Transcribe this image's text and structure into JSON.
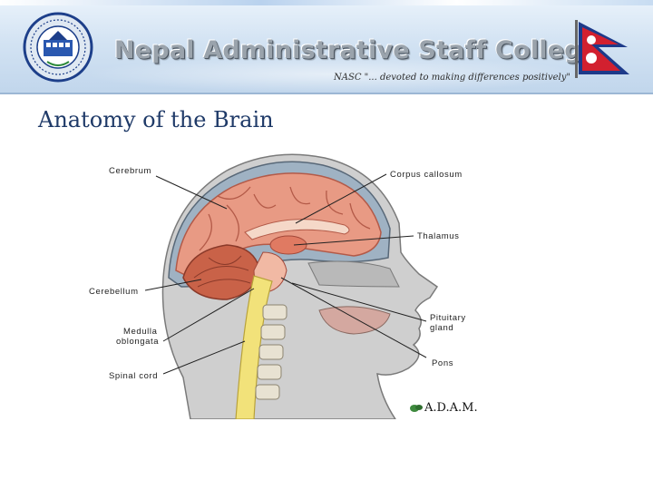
{
  "banner": {
    "college_name": "Nepal Administrative Staff College",
    "tagline": "NASC \"... devoted to making differences positively\"",
    "logo_icon": "nasc-emblem-icon",
    "flag_icon": "nepal-flag-icon"
  },
  "slide": {
    "title": "Anatomy of the Brain"
  },
  "diagram": {
    "labels": {
      "cerebrum": "Cerebrum",
      "corpus_callosum": "Corpus callosum",
      "thalamus": "Thalamus",
      "cerebellum": "Cerebellum",
      "pituitary_line1": "Pituitary",
      "pituitary_line2": "gland",
      "medulla_line1": "Medulla",
      "medulla_line2": "oblongata",
      "pons": "Pons",
      "spinal_cord": "Spinal cord"
    },
    "credit": "A.D.A.M."
  },
  "colors": {
    "title": "#1f3a68",
    "brain": "#e89a84",
    "spinal_cord": "#f2e27a",
    "skin": "#c8c8c8"
  }
}
